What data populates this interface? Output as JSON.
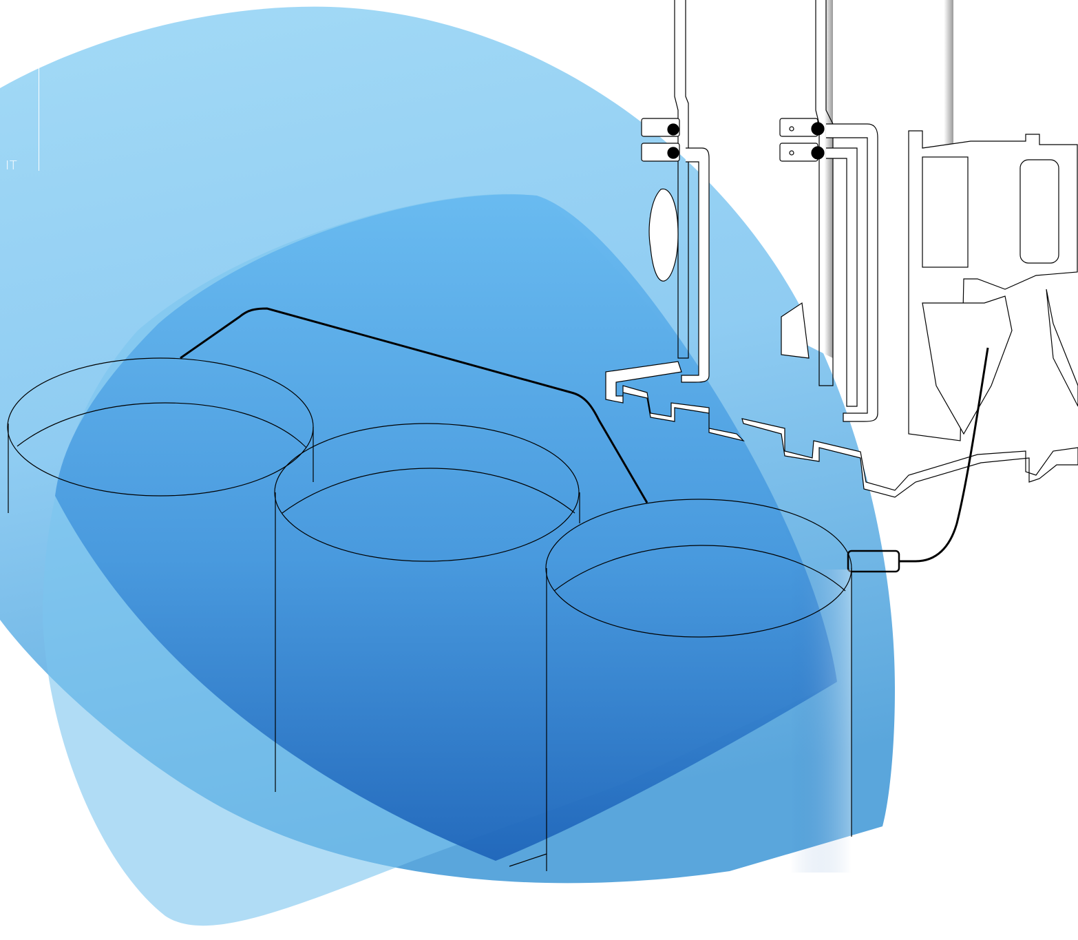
{
  "language": {
    "code": "IT"
  },
  "colors": {
    "blob_light": "#a3daf6",
    "blob_light_bottom": "#5aa6dc",
    "blob_dark_top": "#66b9f0",
    "blob_dark_bottom": "#1c62b8",
    "line": "#000000",
    "machine_fill": "#ffffff",
    "label_text": "#ffffff"
  },
  "illustration": {
    "tanks": 3,
    "nozzles": 4,
    "icons": [
      "tank-icon",
      "filling-machine-icon",
      "pipe-icon",
      "connector-icon"
    ]
  }
}
